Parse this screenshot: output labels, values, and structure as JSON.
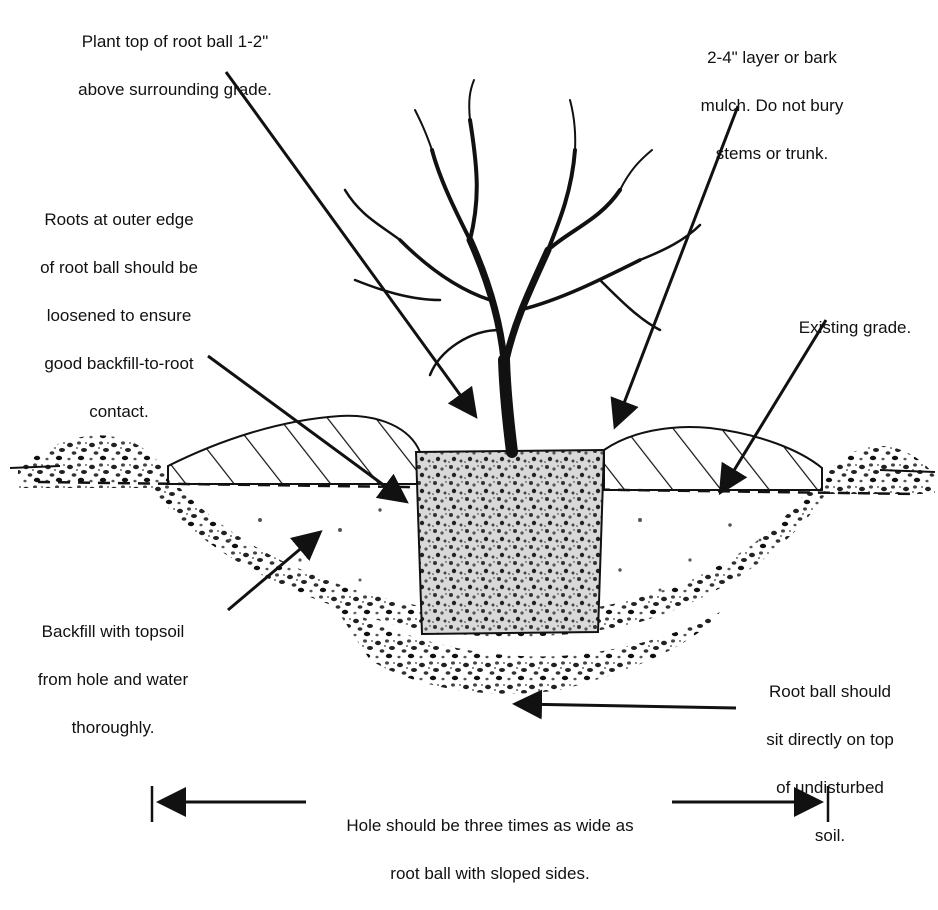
{
  "labels": {
    "root_ball_top": [
      "Plant top of root ball 1-2\"",
      "above surrounding grade."
    ],
    "mulch": [
      "2-4\" layer or bark",
      "mulch. Do not bury",
      "stems or trunk."
    ],
    "roots_loosen": [
      "Roots at outer edge",
      "of root ball should be",
      "loosened to ensure",
      "good backfill-to-root",
      "contact."
    ],
    "existing_grade": [
      "Existing grade."
    ],
    "backfill": [
      "Backfill with topsoil",
      "from hole and water",
      "thoroughly."
    ],
    "undisturbed": [
      "Root ball should",
      "sit directly on top",
      "of undisturbed",
      "soil."
    ],
    "hole_width": [
      "Hole should be three times as wide as",
      "root ball with sloped sides."
    ]
  }
}
